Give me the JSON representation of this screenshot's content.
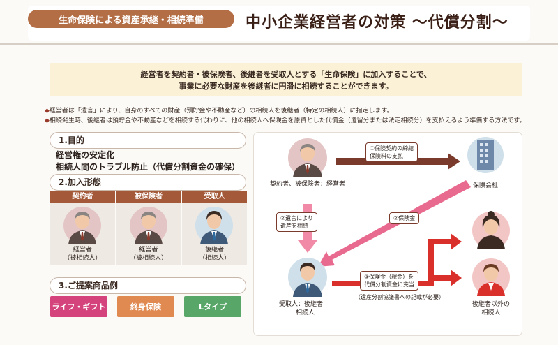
{
  "header": {
    "badge": "生命保険による資産承継・相続準備",
    "title": "中小企業経営者の対策 ～代償分割～"
  },
  "intro": {
    "line1": "経営者を契約者・被保険者、後継者を受取人とする「生命保険」に加入することで、",
    "line2": "事業に必要な財産を後継者に円滑に相続することができます。"
  },
  "bullets": [
    "経営者は「遺言」により、自身のすべての財産（預貯金や不動産など）の相続人を後継者（特定の相続人）に指定します。",
    "相続発生時、後継者は預貯金や不動産などを相続する代わりに、他の相続人へ保険金を原資とした代償金（遺留分または法定相続分）を支払えるよう準備する方法です。"
  ],
  "bullet_mark": "◆",
  "purpose": {
    "title": "1.目的",
    "items": [
      "経営権の安定化",
      "相続人間のトラブル防止（代償分割資金の確保）"
    ]
  },
  "join": {
    "title": "2.加入形態",
    "headers": [
      "契約者",
      "被保険者",
      "受取人"
    ],
    "cells": [
      {
        "line1": "経営者",
        "line2": "（被相続人）"
      },
      {
        "line1": "経営者",
        "line2": "（被相続人）"
      },
      {
        "line1": "後継者",
        "line2": "（相続人）"
      }
    ]
  },
  "products": {
    "title": "3.ご提案商品例",
    "items": [
      "ライフ・ギフト",
      "終身保険",
      "Lタイプ"
    ]
  },
  "flow": {
    "manager_label": "契約者、被保険者：経営者",
    "insurer_label": "保険会社",
    "successor_line1": "受取人：後継者",
    "successor_line2": "相続人",
    "other_line1": "後継者以外の",
    "other_line2": "相続人",
    "step1_line1": "①保険契約の締結",
    "step1_line2": "保険料の支払",
    "step2": "②保険金",
    "will_line1": "②遺言により",
    "will_line2": "遺産を相続",
    "step3_line1": "③保険金（現金）を",
    "step3_line2": "代償分割資金に充当",
    "note": "（遺産分割協議書への記載が必要）"
  },
  "colors": {
    "badge": "#b36e46",
    "table_header": "#a45938",
    "arrow_dark": "#7b3b2c",
    "arrow_pink": "#e96a8f",
    "arrow_red": "#d9302b",
    "product_1": "#d4437c",
    "product_2": "#e08a52",
    "product_3": "#58a768"
  }
}
